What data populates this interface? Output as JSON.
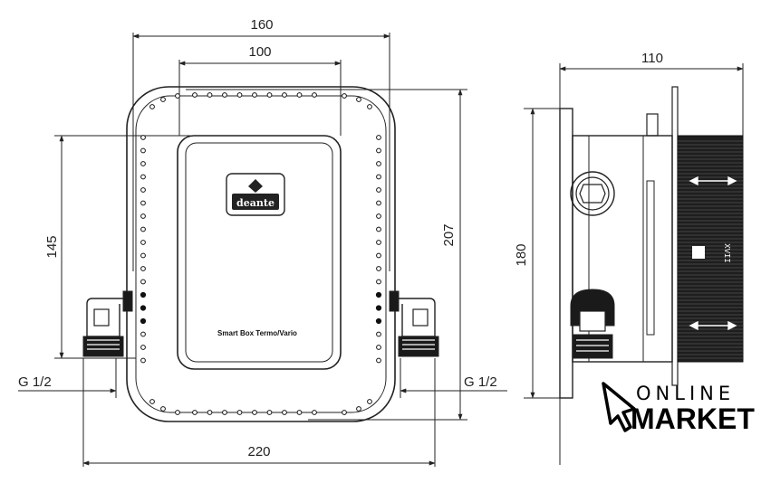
{
  "dimensions": {
    "total_width_top": "160",
    "inner_width": "100",
    "height_left": "145",
    "height_right": "207",
    "thread_left": "G 1/2",
    "thread_right": "G 1/2",
    "total_width_bottom": "220",
    "side_depth": "110",
    "side_height": "180"
  },
  "faceplate": {
    "logo": "deante",
    "label": "Smart Box Termo/Vario"
  },
  "side_view": {
    "housing_mark": "XVII"
  },
  "watermark": {
    "line1": "ONLINE",
    "line2": "MARKET"
  }
}
